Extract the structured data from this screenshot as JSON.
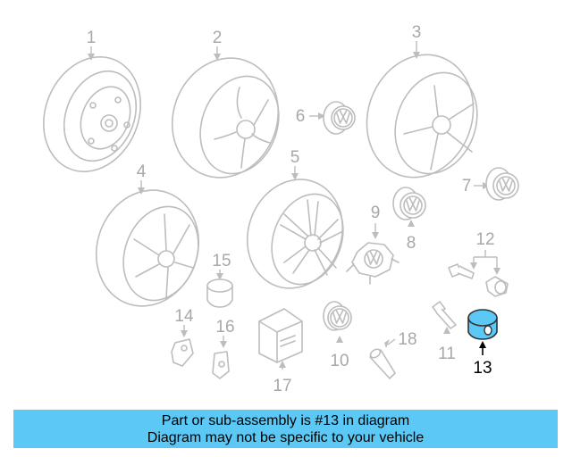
{
  "diagram": {
    "labels": {
      "p1": "1",
      "p2": "2",
      "p3": "3",
      "p4": "4",
      "p5": "5",
      "p6": "6",
      "p7": "7",
      "p8": "8",
      "p9": "9",
      "p10": "10",
      "p11": "11",
      "p12": "12",
      "p13": "13",
      "p14": "14",
      "p15": "15",
      "p16": "16",
      "p17": "17",
      "p18": "18"
    },
    "highlighted_part": "13",
    "colors": {
      "highlight": "#5bc8f5",
      "line": "#bdbdbd",
      "label": "#a8a8a8"
    }
  },
  "banner": {
    "line1": "Part or sub-assembly is #13 in diagram",
    "line2": "Diagram may not be specific to your vehicle"
  }
}
